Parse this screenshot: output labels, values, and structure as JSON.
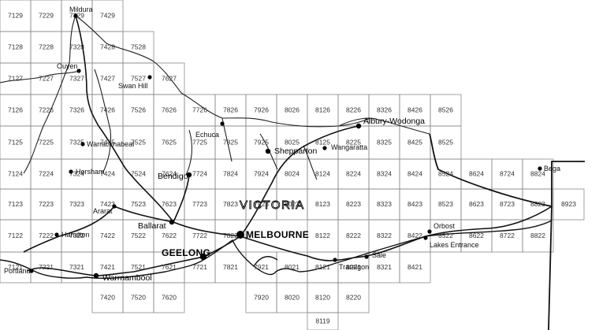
{
  "map": {
    "state_label": "VICTORIA",
    "tiles": [
      {
        "c": 0,
        "r": 0,
        "n": "7129"
      },
      {
        "c": 1,
        "r": 0,
        "n": "7229"
      },
      {
        "c": 2,
        "r": 0,
        "n": "7329"
      },
      {
        "c": 3,
        "r": 0,
        "n": "7429"
      },
      {
        "c": 0,
        "r": 1,
        "n": "7128"
      },
      {
        "c": 1,
        "r": 1,
        "n": "7228"
      },
      {
        "c": 2,
        "r": 1,
        "n": "7328"
      },
      {
        "c": 3,
        "r": 1,
        "n": "7428"
      },
      {
        "c": 4,
        "r": 1,
        "n": "7528"
      },
      {
        "c": 0,
        "r": 2,
        "n": "7127"
      },
      {
        "c": 1,
        "r": 2,
        "n": "7227"
      },
      {
        "c": 2,
        "r": 2,
        "n": "7327"
      },
      {
        "c": 3,
        "r": 2,
        "n": "7427"
      },
      {
        "c": 4,
        "r": 2,
        "n": "7527"
      },
      {
        "c": 5,
        "r": 2,
        "n": "7627"
      },
      {
        "c": 0,
        "r": 3,
        "n": "7126"
      },
      {
        "c": 1,
        "r": 3,
        "n": "7226"
      },
      {
        "c": 2,
        "r": 3,
        "n": "7326"
      },
      {
        "c": 3,
        "r": 3,
        "n": "7426"
      },
      {
        "c": 4,
        "r": 3,
        "n": "7526"
      },
      {
        "c": 5,
        "r": 3,
        "n": "7626"
      },
      {
        "c": 6,
        "r": 3,
        "n": "7726"
      },
      {
        "c": 7,
        "r": 3,
        "n": "7826"
      },
      {
        "c": 8,
        "r": 3,
        "n": "7926"
      },
      {
        "c": 9,
        "r": 3,
        "n": "8026"
      },
      {
        "c": 10,
        "r": 3,
        "n": "8126"
      },
      {
        "c": 11,
        "r": 3,
        "n": "8226"
      },
      {
        "c": 12,
        "r": 3,
        "n": "8326"
      },
      {
        "c": 13,
        "r": 3,
        "n": "8426"
      },
      {
        "c": 14,
        "r": 3,
        "n": "8526"
      },
      {
        "c": 0,
        "r": 4,
        "n": "7125"
      },
      {
        "c": 1,
        "r": 4,
        "n": "7225"
      },
      {
        "c": 2,
        "r": 4,
        "n": "7325"
      },
      {
        "c": 3,
        "r": 4,
        "n": "7425"
      },
      {
        "c": 4,
        "r": 4,
        "n": "7525"
      },
      {
        "c": 5,
        "r": 4,
        "n": "7625"
      },
      {
        "c": 6,
        "r": 4,
        "n": "7725"
      },
      {
        "c": 7,
        "r": 4,
        "n": "7825"
      },
      {
        "c": 8,
        "r": 4,
        "n": "7925"
      },
      {
        "c": 9,
        "r": 4,
        "n": "8025"
      },
      {
        "c": 10,
        "r": 4,
        "n": "8125"
      },
      {
        "c": 11,
        "r": 4,
        "n": "8225"
      },
      {
        "c": 12,
        "r": 4,
        "n": "8325"
      },
      {
        "c": 13,
        "r": 4,
        "n": "8425"
      },
      {
        "c": 14,
        "r": 4,
        "n": "8525"
      },
      {
        "c": 0,
        "r": 5,
        "n": "7124"
      },
      {
        "c": 1,
        "r": 5,
        "n": "7224"
      },
      {
        "c": 2,
        "r": 5,
        "n": "7324"
      },
      {
        "c": 3,
        "r": 5,
        "n": "7424"
      },
      {
        "c": 4,
        "r": 5,
        "n": "7524"
      },
      {
        "c": 5,
        "r": 5,
        "n": "7624"
      },
      {
        "c": 6,
        "r": 5,
        "n": "7724"
      },
      {
        "c": 7,
        "r": 5,
        "n": "7824"
      },
      {
        "c": 8,
        "r": 5,
        "n": "7924"
      },
      {
        "c": 9,
        "r": 5,
        "n": "8024"
      },
      {
        "c": 10,
        "r": 5,
        "n": "8124"
      },
      {
        "c": 11,
        "r": 5,
        "n": "8224"
      },
      {
        "c": 12,
        "r": 5,
        "n": "8324"
      },
      {
        "c": 13,
        "r": 5,
        "n": "8424"
      },
      {
        "c": 14,
        "r": 5,
        "n": "8524"
      },
      {
        "c": 15,
        "r": 5,
        "n": "8624"
      },
      {
        "c": 16,
        "r": 5,
        "n": "8724"
      },
      {
        "c": 17,
        "r": 5,
        "n": "8824"
      },
      {
        "c": 0,
        "r": 6,
        "n": "7123"
      },
      {
        "c": 1,
        "r": 6,
        "n": "7223"
      },
      {
        "c": 2,
        "r": 6,
        "n": "7323"
      },
      {
        "c": 3,
        "r": 6,
        "n": "7423"
      },
      {
        "c": 4,
        "r": 6,
        "n": "7523"
      },
      {
        "c": 5,
        "r": 6,
        "n": "7623"
      },
      {
        "c": 6,
        "r": 6,
        "n": "7723"
      },
      {
        "c": 7,
        "r": 6,
        "n": "7823"
      },
      {
        "c": 8,
        "r": 6,
        "n": "7923"
      },
      {
        "c": 9,
        "r": 6,
        "n": "8023"
      },
      {
        "c": 10,
        "r": 6,
        "n": "8123"
      },
      {
        "c": 11,
        "r": 6,
        "n": "8223"
      },
      {
        "c": 12,
        "r": 6,
        "n": "8323"
      },
      {
        "c": 13,
        "r": 6,
        "n": "8423"
      },
      {
        "c": 14,
        "r": 6,
        "n": "8523"
      },
      {
        "c": 15,
        "r": 6,
        "n": "8623"
      },
      {
        "c": 16,
        "r": 6,
        "n": "8723"
      },
      {
        "c": 17,
        "r": 6,
        "n": "8823"
      },
      {
        "c": 18,
        "r": 6,
        "n": "8923"
      },
      {
        "c": 0,
        "r": 7,
        "n": "7122"
      },
      {
        "c": 1,
        "r": 7,
        "n": "7222"
      },
      {
        "c": 2,
        "r": 7,
        "n": "7322"
      },
      {
        "c": 3,
        "r": 7,
        "n": "7422"
      },
      {
        "c": 4,
        "r": 7,
        "n": "7522"
      },
      {
        "c": 5,
        "r": 7,
        "n": "7622"
      },
      {
        "c": 6,
        "r": 7,
        "n": "7722"
      },
      {
        "c": 7,
        "r": 7,
        "n": "7822"
      },
      {
        "c": 10,
        "r": 7,
        "n": "8122"
      },
      {
        "c": 11,
        "r": 7,
        "n": "8222"
      },
      {
        "c": 12,
        "r": 7,
        "n": "8322"
      },
      {
        "c": 13,
        "r": 7,
        "n": "8422"
      },
      {
        "c": 14,
        "r": 7,
        "n": "8522"
      },
      {
        "c": 15,
        "r": 7,
        "n": "8622"
      },
      {
        "c": 16,
        "r": 7,
        "n": "8722"
      },
      {
        "c": 17,
        "r": 7,
        "n": "8822"
      },
      {
        "c": 0,
        "r": 8,
        "n": "7121"
      },
      {
        "c": 1,
        "r": 8,
        "n": "7221"
      },
      {
        "c": 2,
        "r": 8,
        "n": "7321"
      },
      {
        "c": 3,
        "r": 8,
        "n": "7421"
      },
      {
        "c": 4,
        "r": 8,
        "n": "7521"
      },
      {
        "c": 5,
        "r": 8,
        "n": "7621"
      },
      {
        "c": 6,
        "r": 8,
        "n": "7721"
      },
      {
        "c": 7,
        "r": 8,
        "n": "7821"
      },
      {
        "c": 8,
        "r": 8,
        "n": "7921"
      },
      {
        "c": 9,
        "r": 8,
        "n": "8021"
      },
      {
        "c": 10,
        "r": 8,
        "n": "8121"
      },
      {
        "c": 11,
        "r": 8,
        "n": "8221"
      },
      {
        "c": 12,
        "r": 8,
        "n": "8321"
      },
      {
        "c": 13,
        "r": 8,
        "n": "8421"
      },
      {
        "c": 3,
        "r": 9,
        "n": "7420"
      },
      {
        "c": 4,
        "r": 9,
        "n": "7520"
      },
      {
        "c": 5,
        "r": 9,
        "n": "7620"
      },
      {
        "c": 8,
        "r": 9,
        "n": "7920"
      },
      {
        "c": 9,
        "r": 9,
        "n": "8020"
      },
      {
        "c": 10,
        "r": 9,
        "n": "8120"
      },
      {
        "c": 11,
        "r": 9,
        "n": "8220"
      },
      {
        "c": 10,
        "r": 10,
        "n": "8119"
      }
    ],
    "towns": [
      {
        "id": "mildura",
        "name": "Mildura",
        "size": "small"
      },
      {
        "id": "ouyen",
        "name": "Ouyen",
        "size": "small"
      },
      {
        "id": "swan-hill",
        "name": "Swan Hill",
        "size": "small"
      },
      {
        "id": "echuca",
        "name": "Echuca",
        "size": "small"
      },
      {
        "id": "albury-wodonga",
        "name": "Albury-Wodonga",
        "size": "mid"
      },
      {
        "id": "shepparton",
        "name": "Shepparton",
        "size": "mid"
      },
      {
        "id": "wangaratta",
        "name": "Wangaratta",
        "size": "small"
      },
      {
        "id": "warracknabeal",
        "name": "Warracknabeal",
        "size": "small"
      },
      {
        "id": "horsham",
        "name": "Horsham",
        "size": "small"
      },
      {
        "id": "bendigo",
        "name": "Bendigo",
        "size": "mid"
      },
      {
        "id": "ararat",
        "name": "Ararat",
        "size": "small"
      },
      {
        "id": "ballarat",
        "name": "Ballarat",
        "size": "mid"
      },
      {
        "id": "melbourne",
        "name": "MELBOURNE",
        "size": "big"
      },
      {
        "id": "geelong",
        "name": "GEELONG",
        "size": "bold"
      },
      {
        "id": "hamilton",
        "name": "Hamilton",
        "size": "small"
      },
      {
        "id": "portland",
        "name": "Portland",
        "size": "small"
      },
      {
        "id": "warrnambool",
        "name": "Warrnambool",
        "size": "mid"
      },
      {
        "id": "traralgon",
        "name": "Traralgon",
        "size": "small"
      },
      {
        "id": "sale",
        "name": "Sale",
        "size": "small"
      },
      {
        "id": "orbost",
        "name": "Orbost",
        "size": "small"
      },
      {
        "id": "lakes-entrance",
        "name": "Lakes Entrance",
        "size": "small"
      },
      {
        "id": "bega",
        "name": "Bega",
        "size": "small"
      }
    ]
  }
}
